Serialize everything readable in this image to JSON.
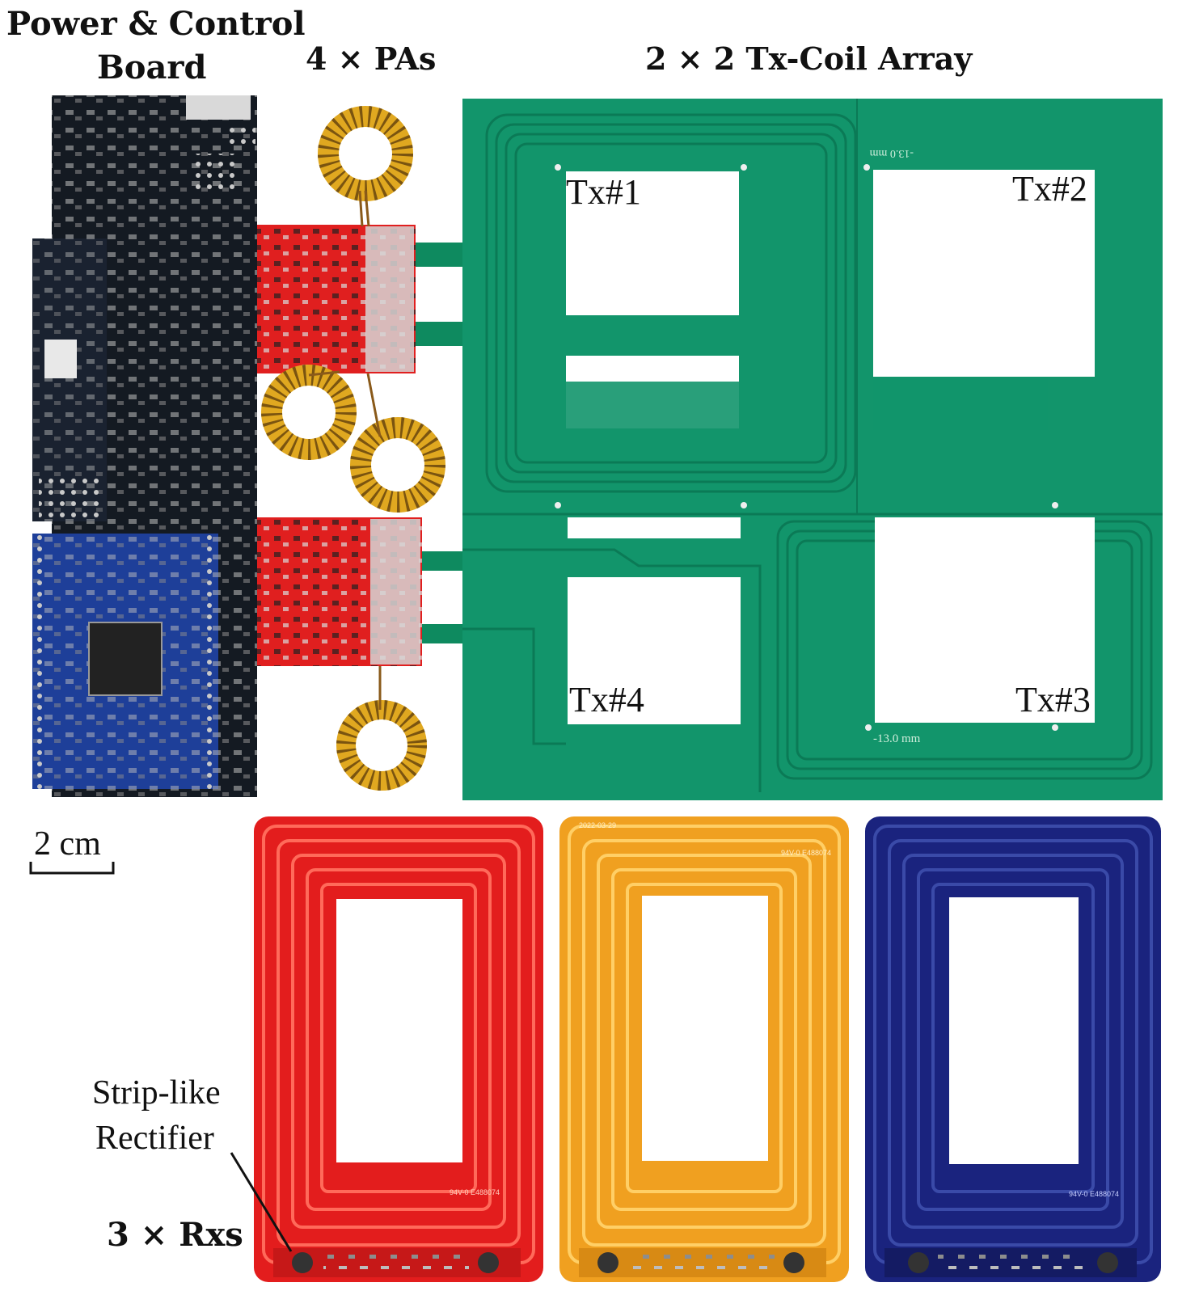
{
  "labels": {
    "power_board_line1": "Power & Control",
    "power_board_line2": "Board",
    "pas": "4 × PAs",
    "tx_array": "2 × 2 Tx-Coil Array",
    "tx1": "Tx#1",
    "tx2": "Tx#2",
    "tx3": "Tx#3",
    "tx4": "Tx#4",
    "scale": "2 cm",
    "rectifier_line1": "Strip-like",
    "rectifier_line2": "Rectifier",
    "rxs": "3 × Rxs"
  },
  "board_text": {
    "tx_dim_top": "-13.0 mm",
    "tx_dim_bottom": "-13.0 mm",
    "rx_marking_1": "94V-0 E488074",
    "rx_marking_2": "94V-0 E488074",
    "rx_marking_3": "94V-0 E488074",
    "rx_date": "2022-03-29"
  },
  "colors": {
    "tx_pcb": "#12956b",
    "tx_trace": "#0b7a56",
    "control_board": "#141a22",
    "fpga_board": "#1a2230",
    "mcu_board": "#1e3f99",
    "pa_board": "#e01f1f",
    "inductor_core": "#e0a820",
    "rx_red": "#e31d1d",
    "rx_orange": "#f0a020",
    "rx_blue": "#1a237e"
  },
  "icons": [
    "toroid-inductor",
    "pcb-coil",
    "leader-arrow",
    "scale-bar"
  ]
}
